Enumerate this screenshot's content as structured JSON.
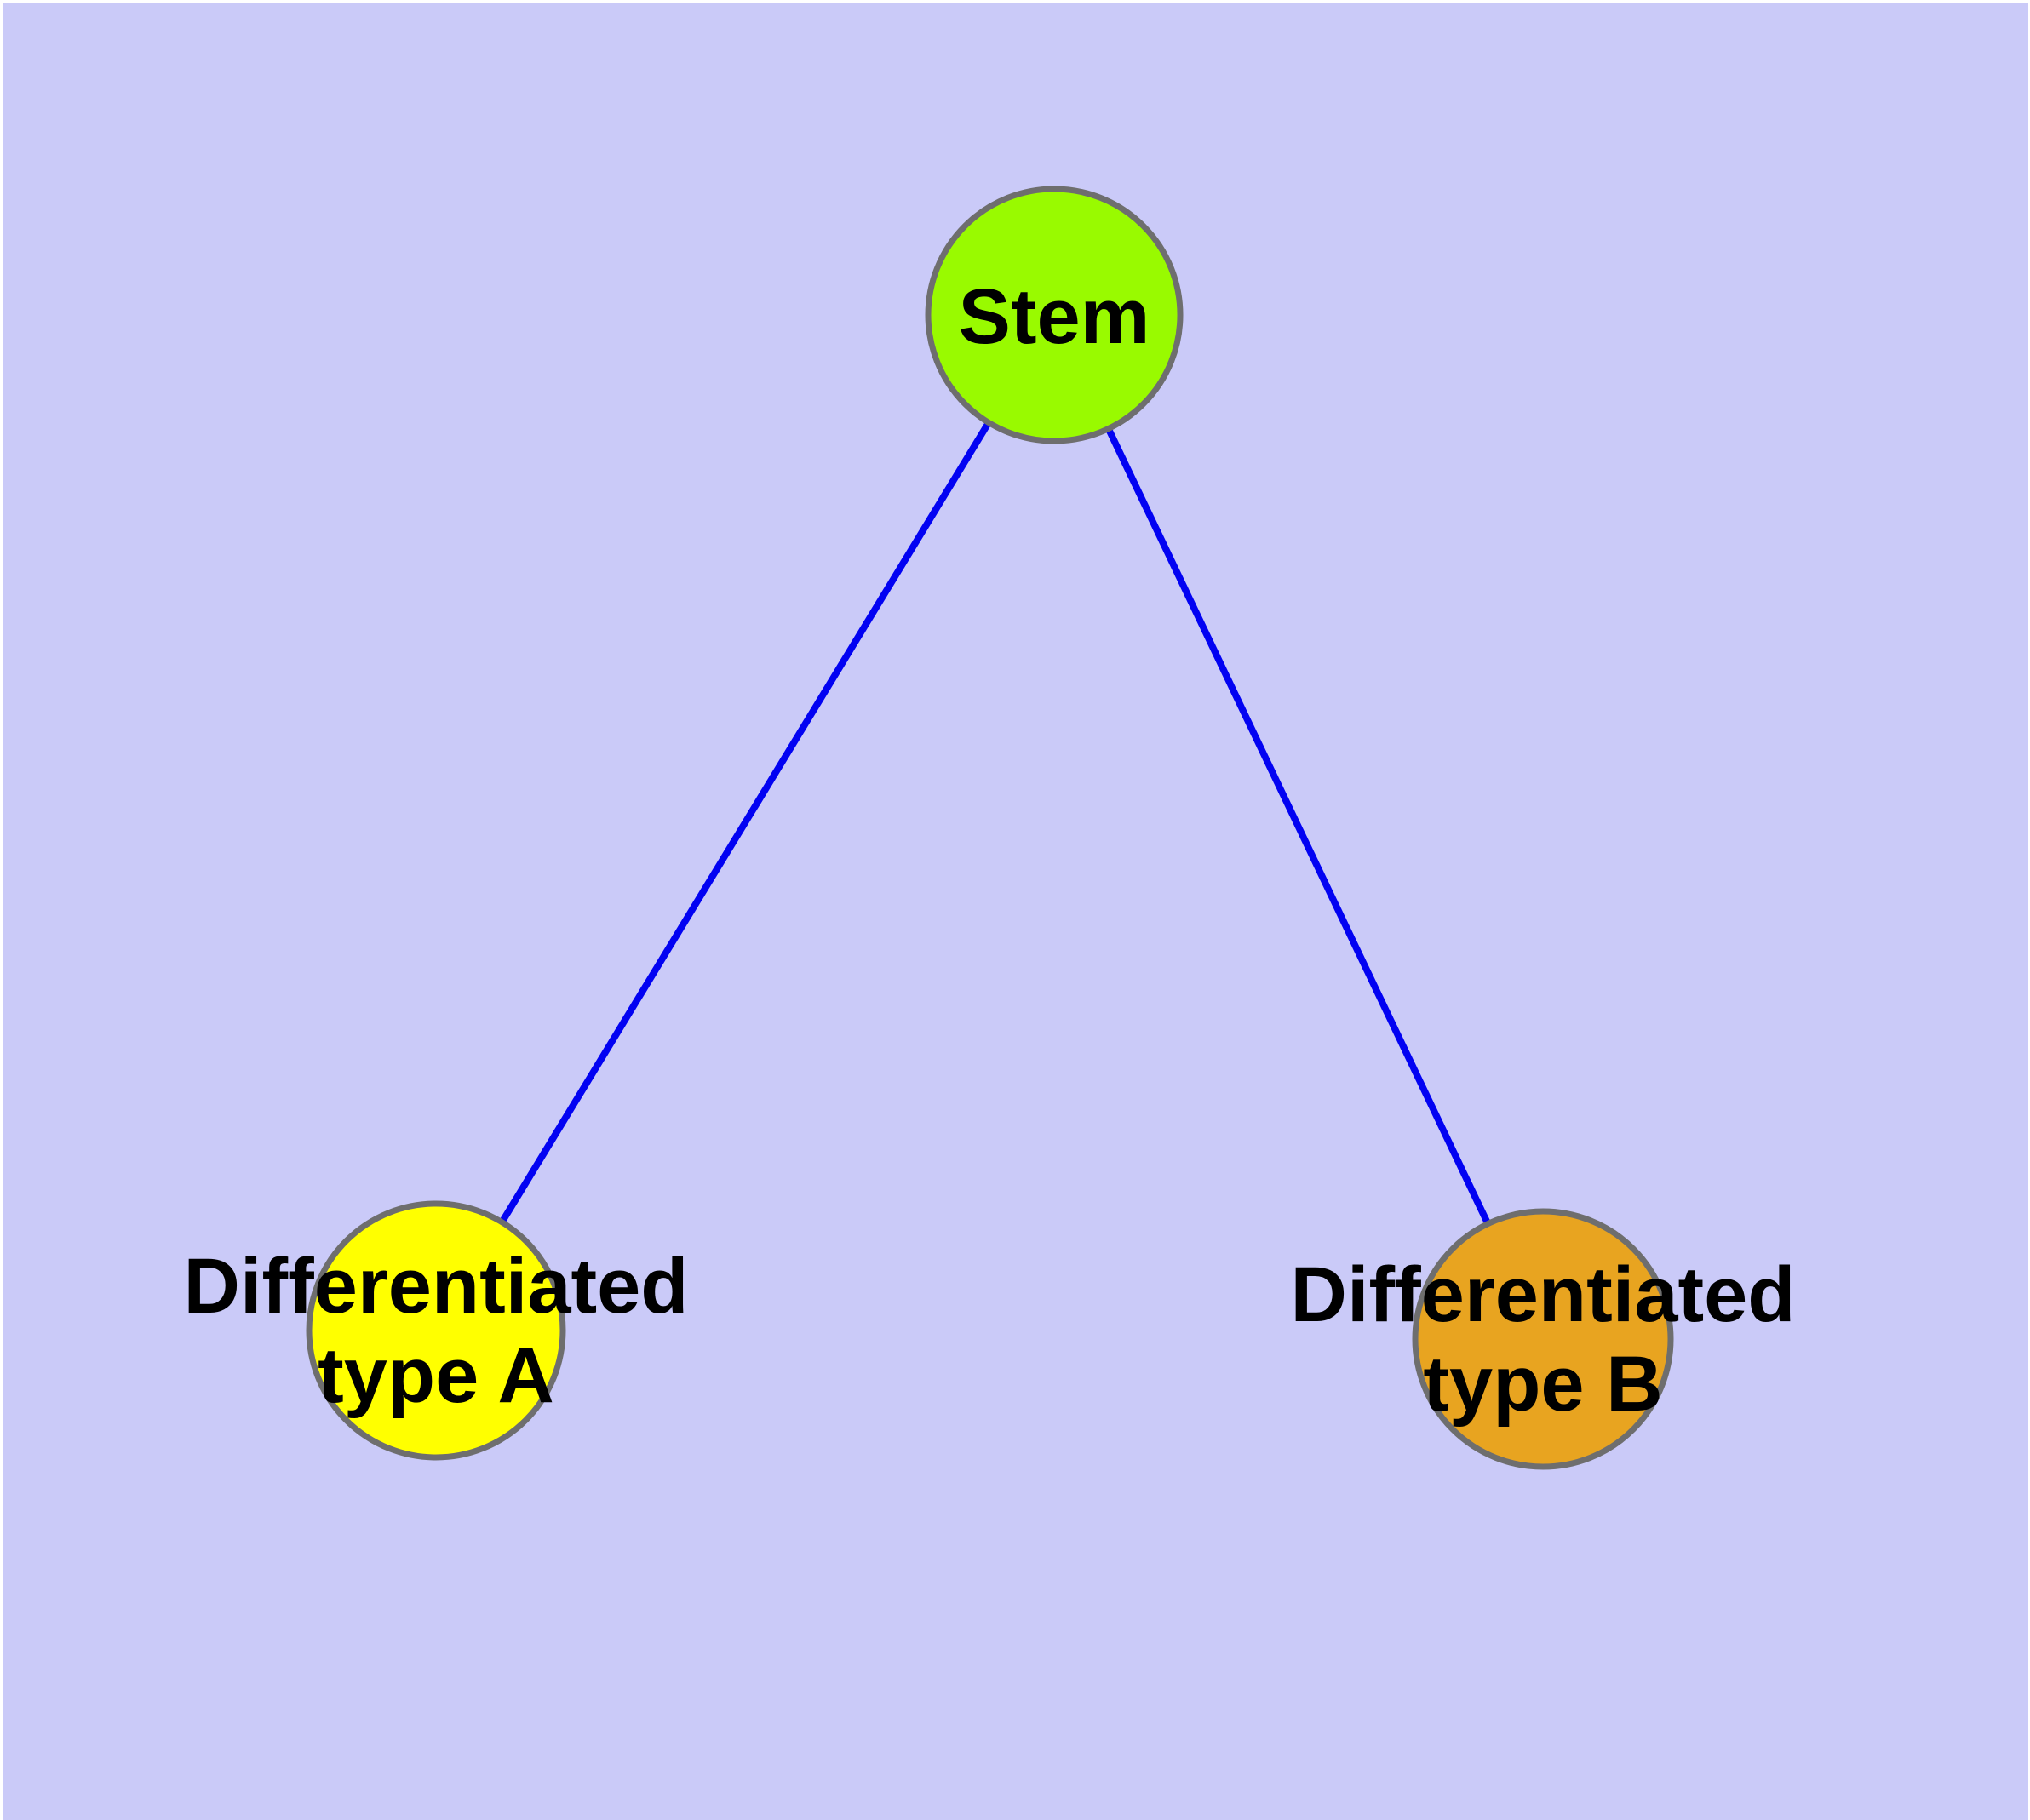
{
  "figure": {
    "background_color": "#CACAF8",
    "margin_color": "#FFFFFF"
  },
  "graph": {
    "type": "node-link-diagram",
    "nodes": [
      {
        "id": "stem",
        "label": "Stem",
        "fill_color": "#99FA00",
        "border_color": "#6E6E6E",
        "label_color": "#000000"
      },
      {
        "id": "differentiated-type-a",
        "label": "Differentiated type A",
        "label_line1": "Differentiated",
        "label_line2": "type A",
        "fill_color": "#FFFF00",
        "border_color": "#6E6E6E",
        "label_color": "#000000"
      },
      {
        "id": "differentiated-type-b",
        "label": "Differentiated type B",
        "label_line1": "Differentiated",
        "label_line2": "type B",
        "fill_color": "#E8A420",
        "border_color": "#6E6E6E",
        "label_color": "#000000"
      }
    ],
    "edges": [
      {
        "from": "stem",
        "to": "differentiated-type-a",
        "color": "#0202F2"
      },
      {
        "from": "stem",
        "to": "differentiated-type-b",
        "color": "#0202F2"
      }
    ]
  }
}
